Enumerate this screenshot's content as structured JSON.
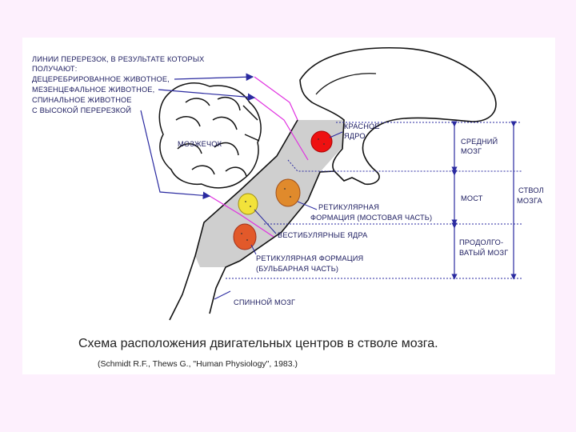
{
  "legend": {
    "line1": "ЛИНИИ ПЕРЕРЕЗОК, В РЕЗУЛЬТАТЕ КОТОРЫХ",
    "line2": "ПОЛУЧАЮТ:",
    "item1": "ДЕЦЕРЕБРИРОВАННОЕ ЖИВОТНОЕ,",
    "item2": "МЕЗЕНЦЕФАЛЬНОЕ ЖИВОТНОЕ,",
    "item3a": "СПИНАЛЬНОЕ ЖИВОТНОЕ",
    "item3b": "С ВЫСОКОЙ ПЕРЕРЕЗКОЙ"
  },
  "labels": {
    "cerebellum": "МОЗЖЕЧОК",
    "red_nucleus_1": "КРАСНОЕ",
    "red_nucleus_2": "ЯДРО",
    "reticular_pons_1": "РЕТИКУЛЯРНАЯ",
    "reticular_pons_2": "ФОРМАЦИЯ (МОСТОВАЯ ЧАСТЬ)",
    "vestibular": "ВЕСТИБУЛЯРНЫЕ ЯДРА",
    "reticular_bulbar_1": "РЕТИКУЛЯРНАЯ ФОРМАЦИЯ",
    "reticular_bulbar_2": "(БУЛЬБАРНАЯ ЧАСТЬ)",
    "spinal_cord": "СПИННОЙ МОЗГ"
  },
  "regions": {
    "midbrain_1": "СРЕДНИЙ",
    "midbrain_2": "МОЗГ",
    "pons": "МОСТ",
    "medulla_1": "ПРОДОЛГО-",
    "medulla_2": "ВАТЫЙ МОЗГ",
    "brainstem_1": "СТВОЛ",
    "brainstem_2": "МОЗГА"
  },
  "caption": "Схема расположения двигательных центров в стволе мозга.",
  "source": "(Schmidt R.F., Thews G., \"Human Physiology\", 1983.)",
  "colors": {
    "red_nucleus": "#ee1111",
    "reticular_pons": "#e08a2c",
    "vestibular": "#f2e23a",
    "reticular_bulbar": "#e2592a",
    "stem_shade": "#cfcfcf",
    "arrow_blue": "#2a2aa0",
    "cut_magenta": "#e030e0"
  }
}
